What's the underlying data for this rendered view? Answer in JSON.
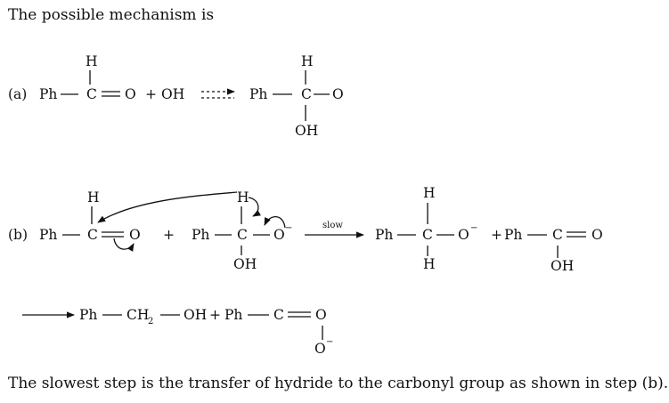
{
  "intro": "The possible mechanism is",
  "conclusion": "The slowest step is the transfer of hydride to the carbonyl group as shown in step (b).",
  "step_a": {
    "label": "(a)",
    "left": {
      "h_top": "H",
      "ph": "Ph",
      "c": "C",
      "o": "O"
    },
    "plus1": "+",
    "reagent": "OH",
    "right": {
      "h_top": "H",
      "ph": "Ph",
      "c": "C",
      "o": "O",
      "oh_bottom": "OH"
    }
  },
  "step_b": {
    "label": "(b)",
    "carbonyl": {
      "h_top": "H",
      "ph": "Ph",
      "c": "C",
      "o": "O"
    },
    "plus1": "+",
    "intermediate": {
      "h_top": "H",
      "ph": "Ph",
      "c": "C",
      "o_minus": "O",
      "charge": "−",
      "oh_bottom": "OH"
    },
    "arrow_label": "slow",
    "alkoxide": {
      "h_top": "H",
      "ph": "Ph",
      "c": "C",
      "o": "O",
      "charge": "−",
      "h_bottom": "H"
    },
    "plus2": "+",
    "acid": {
      "ph": "Ph",
      "c": "C",
      "o": "O",
      "oh_bottom": "OH"
    }
  },
  "step_c": {
    "alcohol_ph": "Ph",
    "alcohol_ch": "CH",
    "alcohol_sub": "2",
    "alcohol_oh": "OH",
    "plus": "+",
    "carboxylate": {
      "ph": "Ph",
      "c": "C",
      "o": "O",
      "o_minus": "O",
      "charge": "−"
    }
  }
}
